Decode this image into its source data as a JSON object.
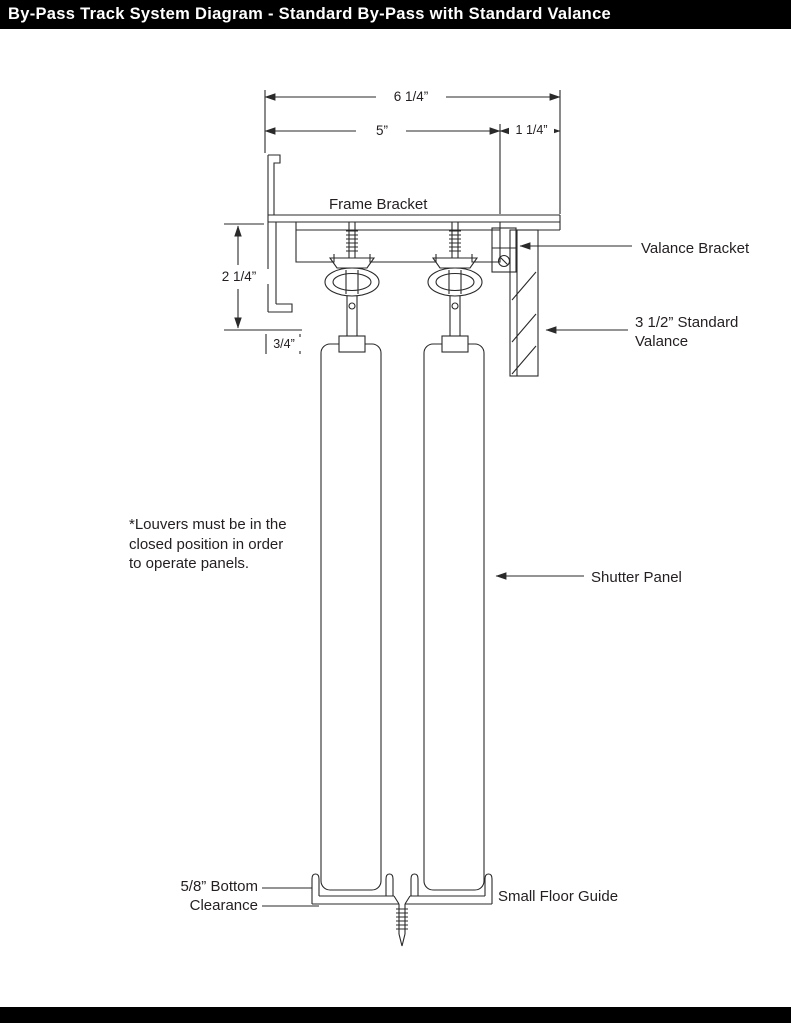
{
  "header": {
    "title": "By-Pass Track System Diagram - Standard By-Pass with Standard Valance"
  },
  "colors": {
    "ink": "#2a2a2a",
    "bar": "#000000"
  },
  "dimensions": {
    "overall_width": "6 1/4”",
    "track_width": "5”",
    "valance_offset": "1 1/4”",
    "bracket_height": "2 1/4”",
    "flange_offset": "3/4”"
  },
  "labels": {
    "frame_bracket": "Frame Bracket",
    "valance_bracket": "Valance Bracket",
    "standard_valance_line1": "3 1/2” Standard",
    "standard_valance_line2": "Valance",
    "shutter_panel": "Shutter Panel",
    "bottom_clearance_line1": "5/8” Bottom",
    "bottom_clearance_line2": "Clearance",
    "small_floor_guide": "Small Floor Guide"
  },
  "note": {
    "line1": "*Louvers must be in the",
    "line2": "closed position in order",
    "line3": "to operate panels."
  }
}
